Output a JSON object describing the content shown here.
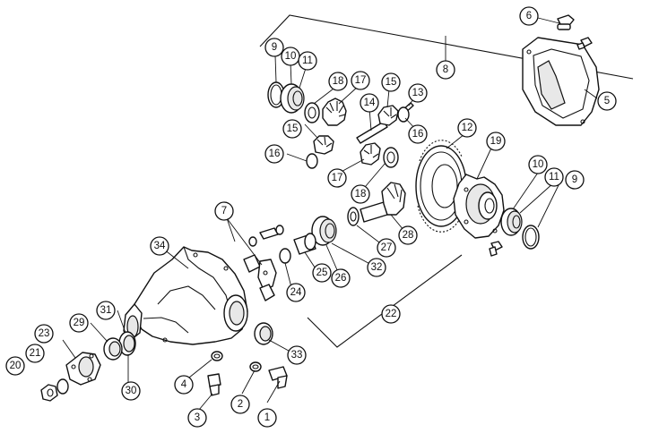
{
  "diagram": {
    "callouts": [
      {
        "id": "1",
        "label": "1"
      },
      {
        "id": "2",
        "label": "2"
      },
      {
        "id": "3",
        "label": "3"
      },
      {
        "id": "4",
        "label": "4"
      },
      {
        "id": "5",
        "label": "5"
      },
      {
        "id": "6",
        "label": "6"
      },
      {
        "id": "7",
        "label": "7"
      },
      {
        "id": "8",
        "label": "8"
      },
      {
        "id": "9a",
        "label": "9"
      },
      {
        "id": "9b",
        "label": "9"
      },
      {
        "id": "10a",
        "label": "10"
      },
      {
        "id": "10b",
        "label": "10"
      },
      {
        "id": "11a",
        "label": "11"
      },
      {
        "id": "11b",
        "label": "11"
      },
      {
        "id": "12",
        "label": "12"
      },
      {
        "id": "13",
        "label": "13"
      },
      {
        "id": "14",
        "label": "14"
      },
      {
        "id": "15a",
        "label": "15"
      },
      {
        "id": "15b",
        "label": "15"
      },
      {
        "id": "16a",
        "label": "16"
      },
      {
        "id": "16b",
        "label": "16"
      },
      {
        "id": "17a",
        "label": "17"
      },
      {
        "id": "17b",
        "label": "17"
      },
      {
        "id": "18a",
        "label": "18"
      },
      {
        "id": "18b",
        "label": "18"
      },
      {
        "id": "19",
        "label": "19"
      },
      {
        "id": "20",
        "label": "20"
      },
      {
        "id": "21",
        "label": "21"
      },
      {
        "id": "22",
        "label": "22"
      },
      {
        "id": "23",
        "label": "23"
      },
      {
        "id": "24",
        "label": "24"
      },
      {
        "id": "25",
        "label": "25"
      },
      {
        "id": "26",
        "label": "26"
      },
      {
        "id": "27",
        "label": "27"
      },
      {
        "id": "28",
        "label": "28"
      },
      {
        "id": "29",
        "label": "29"
      },
      {
        "id": "30",
        "label": "30"
      },
      {
        "id": "31",
        "label": "31"
      },
      {
        "id": "32",
        "label": "32"
      },
      {
        "id": "33",
        "label": "33"
      },
      {
        "id": "34",
        "label": "34"
      }
    ]
  }
}
